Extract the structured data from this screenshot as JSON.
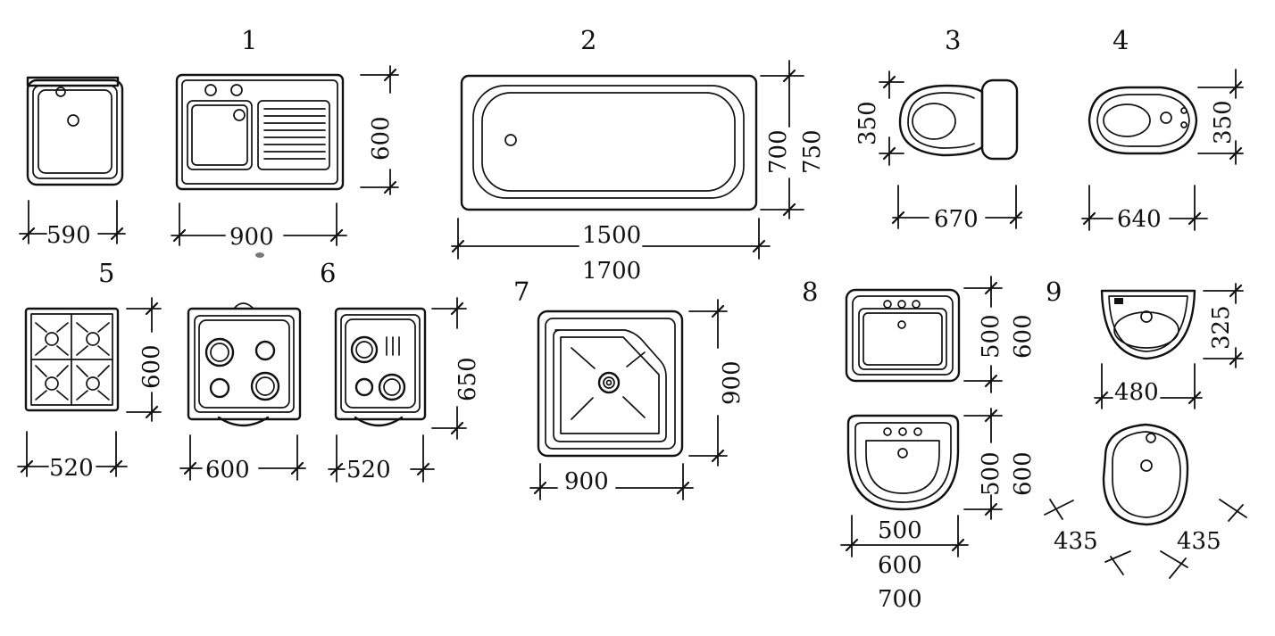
{
  "figure": {
    "item_numbers": [
      "1",
      "2",
      "3",
      "4",
      "5",
      "6",
      "7",
      "8",
      "9"
    ],
    "dimensions": {
      "sink_small_width": "590",
      "sink_drainer_width": "900",
      "sink_drainer_depth": "600",
      "bath_inner_length": "1500",
      "bath_outer_length": "1700",
      "bath_inner_width": "700",
      "bath_outer_width": "750",
      "toilet_depth": "350",
      "toilet_length": "670",
      "bidet_depth": "350",
      "bidet_length": "640",
      "stove4_width": "520",
      "stove4_depth": "600",
      "stove_round_width": "600",
      "stove_small_width": "520",
      "stove_small_depth": "650",
      "shower_depth": "900",
      "shower_width": "900",
      "basin_rect_depth": "500",
      "basin_rect_depth_alt": "600",
      "basin_round_depth": "500",
      "basin_round_depth_alt": "600",
      "basin_width_a": "500",
      "basin_width_b": "600",
      "basin_width_c": "700",
      "wall_basin_depth": "325",
      "wall_basin_width": "480",
      "corner_basin_left": "435",
      "corner_basin_right": "435"
    }
  }
}
